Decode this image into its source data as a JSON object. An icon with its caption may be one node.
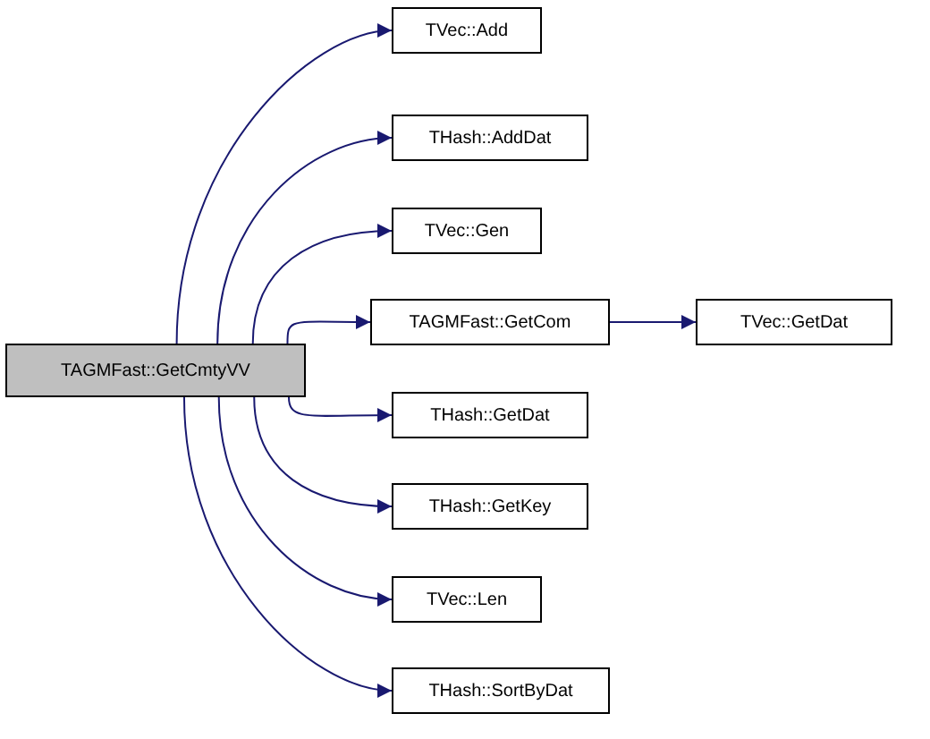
{
  "diagram": {
    "nodes": [
      {
        "text": [
          "TAGMFast::GetCmtyVV"
        ]
      },
      {
        "text": [
          "TVec::Add"
        ]
      },
      {
        "text": [
          "THash::AddDat"
        ]
      },
      {
        "text": [
          "TVec::Gen"
        ]
      },
      {
        "text": [
          "TAGMFast::GetCom"
        ]
      },
      {
        "text": [
          "TVec::GetDat"
        ]
      },
      {
        "text": [
          "THash::GetDat"
        ]
      },
      {
        "text": [
          "THash::GetKey"
        ]
      },
      {
        "text": [
          "TVec::Len"
        ]
      },
      {
        "text": [
          "THash::SortByDat"
        ]
      }
    ],
    "edges": [
      {
        "from": 0,
        "to": 1,
        "arrow": "to"
      },
      {
        "from": 0,
        "to": 2,
        "arrow": "to"
      },
      {
        "from": 0,
        "to": 3,
        "arrow": "to"
      },
      {
        "from": 0,
        "to": 4,
        "arrow": "to"
      },
      {
        "from": 4,
        "to": 5,
        "arrow": "to"
      },
      {
        "from": 0,
        "to": 6,
        "arrow": "to"
      },
      {
        "from": 0,
        "to": 7,
        "arrow": "to"
      },
      {
        "from": 0,
        "to": 8,
        "arrow": "to"
      },
      {
        "from": 0,
        "to": 9,
        "arrow": "to"
      }
    ]
  }
}
